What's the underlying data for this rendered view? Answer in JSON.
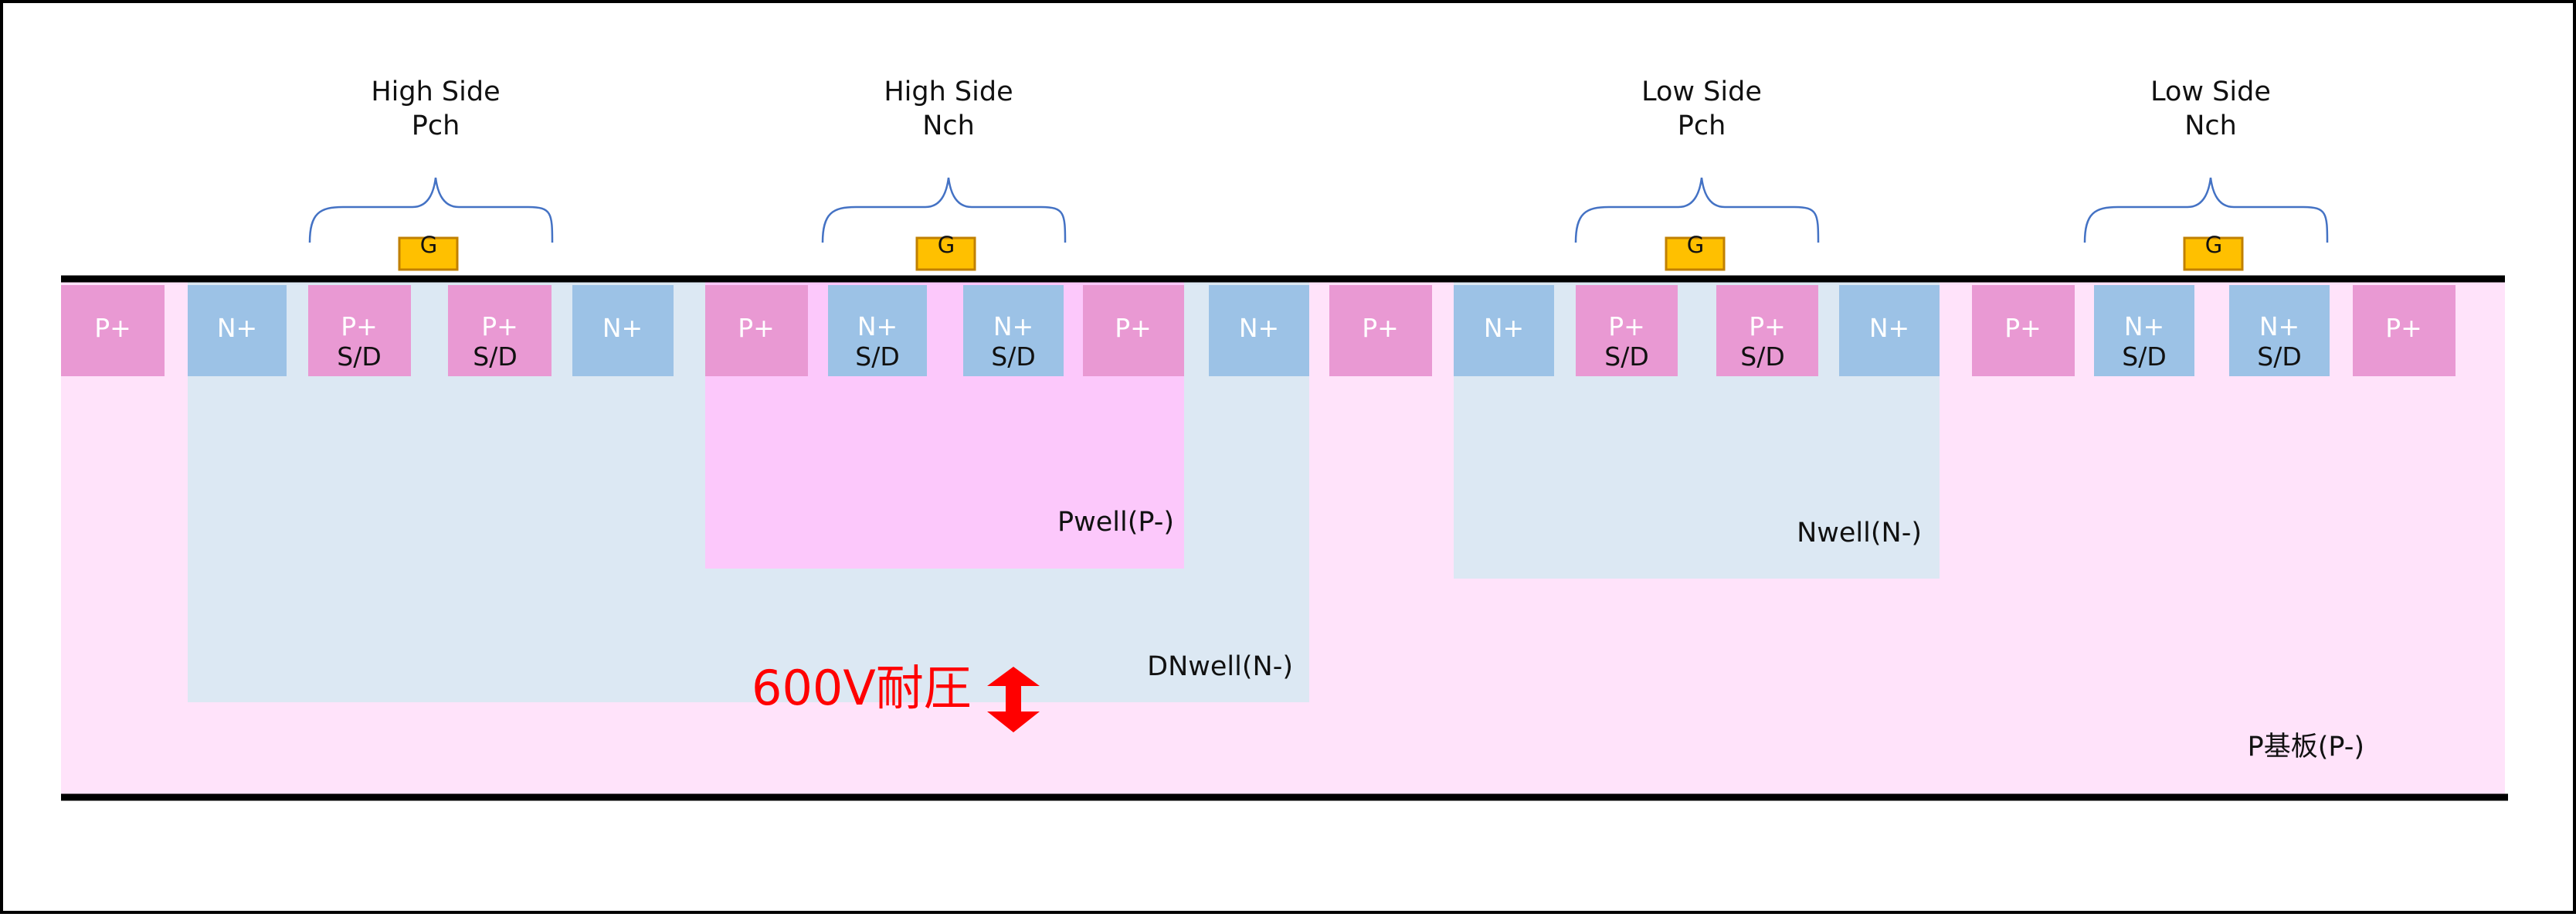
{
  "groups": [
    {
      "line1": "High Side",
      "line2": "Pch"
    },
    {
      "line1": "High Side",
      "line2": "Nch"
    },
    {
      "line1": "Low Side",
      "line2": "Pch"
    },
    {
      "line1": "Low Side",
      "line2": "Nch"
    }
  ],
  "gate_label": "G",
  "regions": [
    "P+",
    "N+",
    "P+",
    "P+",
    "N+",
    "P+",
    "N+",
    "N+",
    "P+",
    "N+",
    "P+",
    "N+",
    "P+",
    "P+",
    "N+",
    "P+",
    "N+",
    "N+",
    "P+"
  ],
  "sd_label": "S/D",
  "wells": {
    "dnwell": "DNwell(N-)",
    "pwell": "Pwell(P-)",
    "nwell": "Nwell(N-)",
    "substrate": "P基板(P-)"
  },
  "voltage_label": "600V耐圧",
  "colors": {
    "p_plus": "#E999D3",
    "n_plus": "#9CC2E6",
    "substrate": "#FFE3FA",
    "n_well": "#DCE8F3",
    "p_well": "#FCC8FB",
    "gate": "#FFC000",
    "gate_border": "#C08000",
    "brace": "#4472C4",
    "arrow": "#FF0000"
  }
}
